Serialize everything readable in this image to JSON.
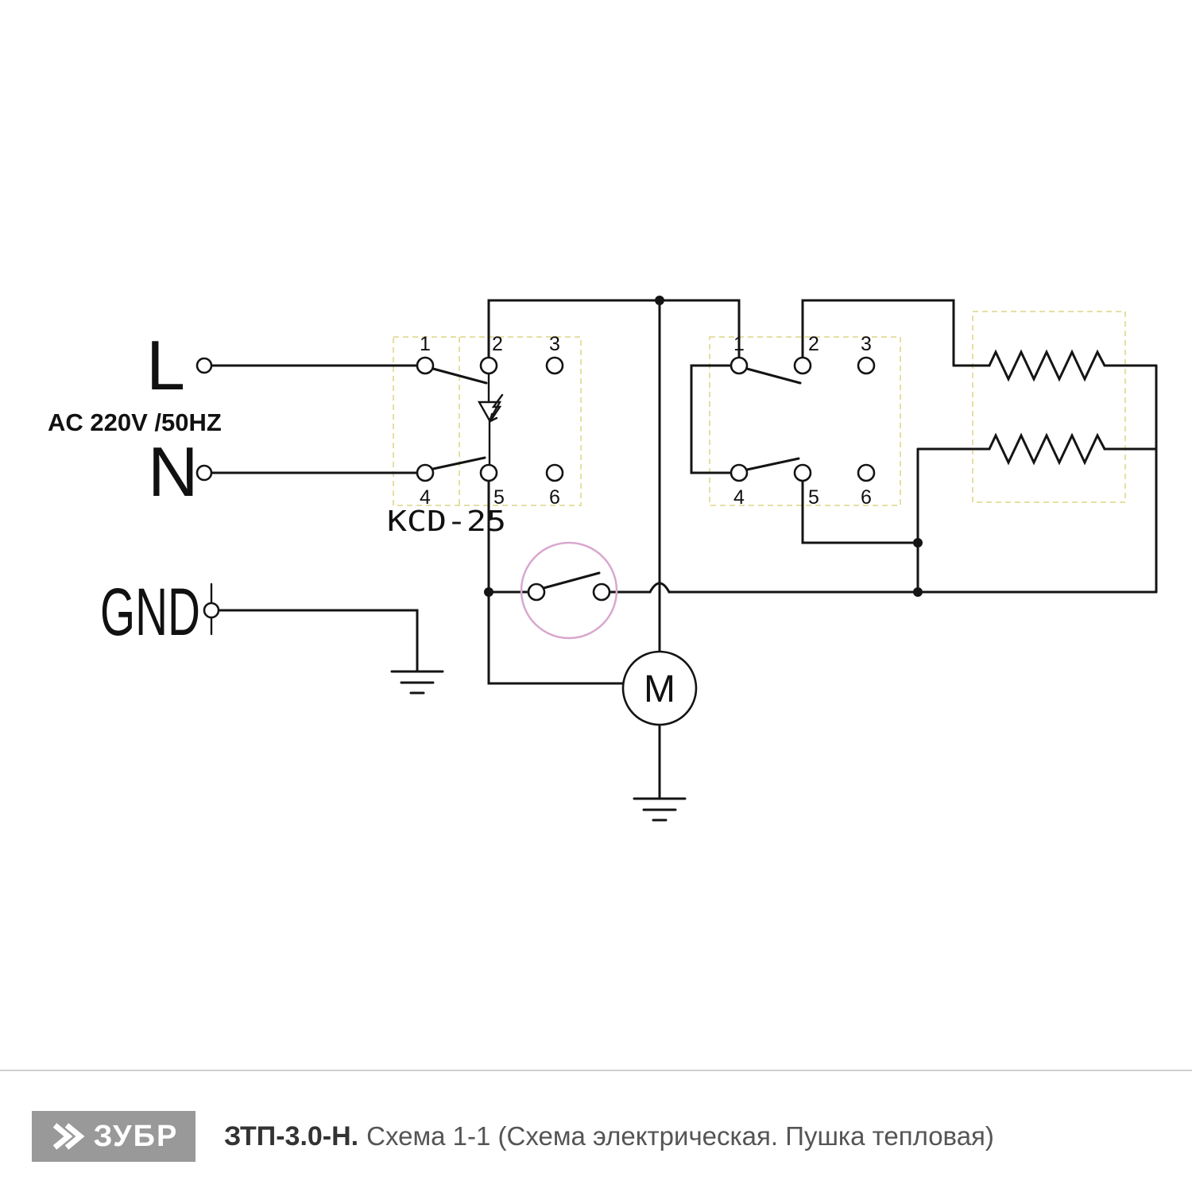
{
  "colors": {
    "line": "#141414",
    "dashed_box": "#e6dfa3",
    "thermal_highlight": "#d9a7ce",
    "footer_logo_bg": "#999999",
    "footer_divider": "#cfcfcf",
    "footer_model_text": "#333333",
    "footer_caption_text": "#555555"
  },
  "schematic": {
    "live_label": "L",
    "neutral_label": "N",
    "supply_label": "AC 220V /50HZ",
    "ground_label": "GND",
    "main_switch": {
      "label": "KCD-25",
      "terminals": [
        "1",
        "2",
        "3",
        "4",
        "5",
        "6"
      ]
    },
    "selector_switch": {
      "terminals": [
        "1",
        "2",
        "3",
        "4",
        "5",
        "6"
      ]
    },
    "motor_label": "M"
  },
  "footer": {
    "brand": "ЗУБР",
    "model": "ЗТП-3.0-Н.",
    "caption": "Схема 1-1 (Схема электрическая. Пушка тепловая)"
  }
}
